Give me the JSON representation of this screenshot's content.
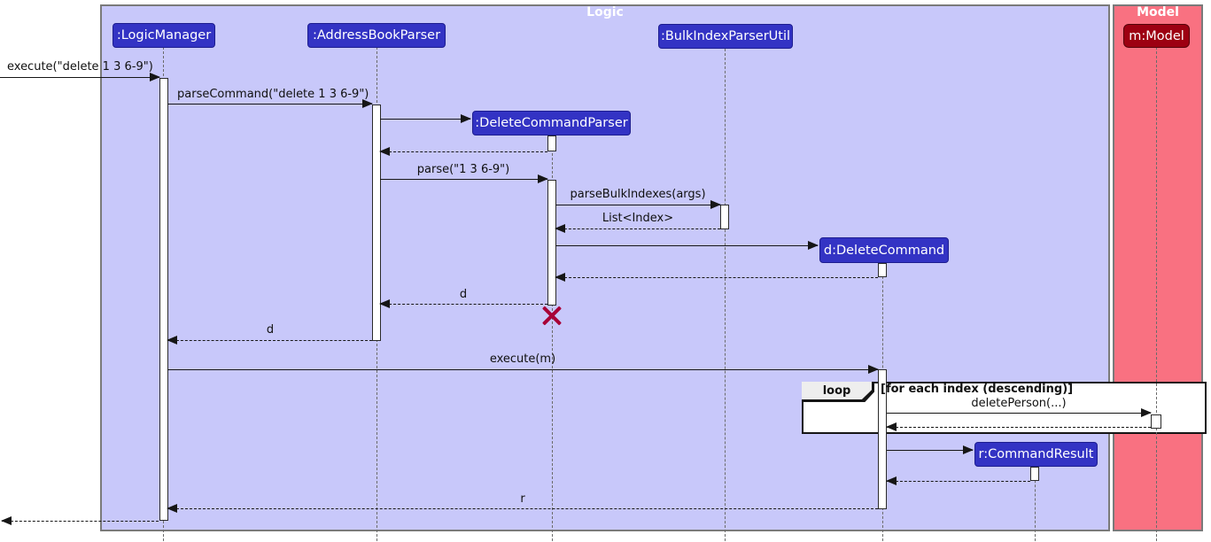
{
  "diagram": {
    "logic_frame_title": "Logic",
    "model_frame_title": "Model"
  },
  "colors": {
    "logic_bg": "#C8C8FA",
    "logic_participant": "#3333C4",
    "model_bg": "#F97181",
    "model_participant": "#9D0012",
    "destroy_x": "#A80036",
    "arrow": "#161616"
  },
  "participants": {
    "logic_manager": {
      "label": ":LogicManager"
    },
    "address_book_parser": {
      "label": ":AddressBookParser"
    },
    "bulk_index_parser_util": {
      "label": ":BulkIndexParserUtil"
    },
    "delete_command_parser": {
      "label": ":DeleteCommandParser"
    },
    "delete_command": {
      "label": "d:DeleteCommand"
    },
    "command_result": {
      "label": "r:CommandResult"
    },
    "model": {
      "label": "m:Model"
    }
  },
  "messages": {
    "execute_delete": {
      "label": "execute(\"delete 1 3 6-9\")"
    },
    "parse_command": {
      "label": "parseCommand(\"delete 1 3 6-9\")"
    },
    "parse": {
      "label": "parse(\"1 3 6-9\")"
    },
    "parse_bulk_indexes": {
      "label": "parseBulkIndexes(args)"
    },
    "list_index": {
      "label": "List<Index>"
    },
    "return_d_to_abp": {
      "label": "d"
    },
    "return_d_to_lm": {
      "label": "d"
    },
    "execute_m": {
      "label": "execute(m)"
    },
    "delete_person": {
      "label": "deletePerson(...)"
    },
    "return_r": {
      "label": "r"
    }
  },
  "loop": {
    "operator": "loop",
    "guard": "[for each index (descending)]"
  }
}
